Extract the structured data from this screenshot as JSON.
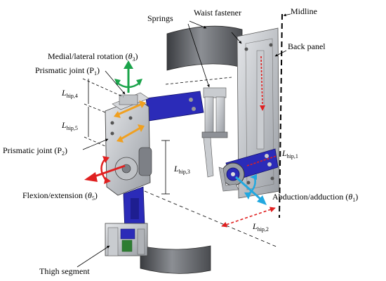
{
  "labels": {
    "midline": "Midline",
    "waist_fastener": "Waist fastener",
    "springs": "Springs",
    "back_panel": "Back panel",
    "medial_lateral": "Medial/lateral rotation (",
    "medial_lateral_theta": "θ",
    "medial_lateral_sub": "3",
    "prismatic1": "Prismatic joint (P",
    "prismatic1_sub": "1",
    "prismatic2": "Prismatic joint (P",
    "prismatic2_sub": "2",
    "flexion": "Flexion/extension (",
    "flexion_theta": "θ",
    "flexion_sub": "5",
    "abduction": "Abduction/adduction (",
    "abduction_theta": "θ",
    "abduction_sub": "1",
    "thigh": "Thigh segment",
    "l_main": "L",
    "lhip4_sub": "hip,4",
    "lhip5_sub": "hip,5",
    "lhip3_sub": "hip,3",
    "lhip1_sub": "hip,1",
    "lhip2_sub": "hip,2",
    "close_paren": ")"
  },
  "colors": {
    "frame_blue": "#2b2bb8",
    "metal": "#b9bcc1",
    "dark_metal": "#6e7177",
    "arrow_green": "#1aa34a",
    "arrow_red": "#e02020",
    "arrow_orange": "#f0a020",
    "arrow_cyan": "#21a8e0"
  }
}
